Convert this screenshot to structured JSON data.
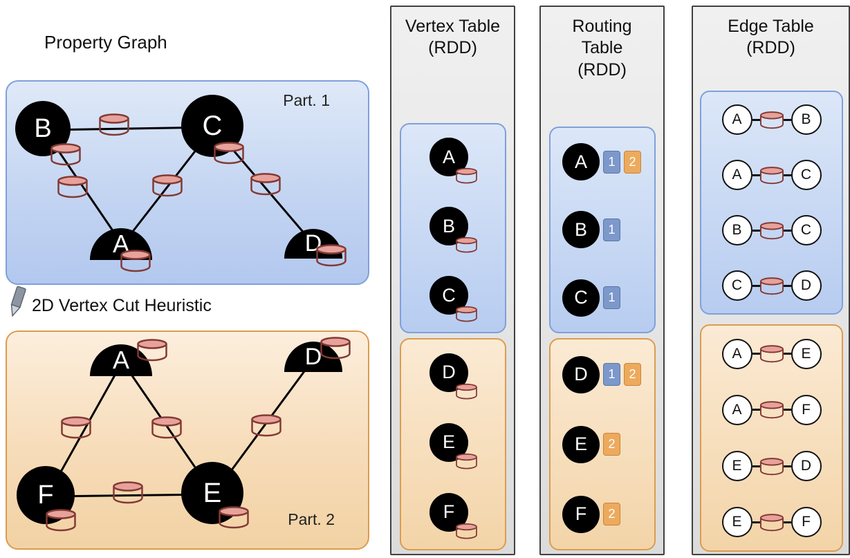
{
  "colors": {
    "partition1_fill": "#c4d5f2",
    "partition1_border": "#7fa0da",
    "partition2_fill": "#f7dcb9",
    "partition2_border": "#db9c4f",
    "panel_fill": "#e6e6e6",
    "panel_border": "#404040",
    "vertex_fill": "#000000",
    "cylinder_fill": "#c4564f",
    "cylinder_border": "#833a34",
    "badge_blue": "#7d98ca",
    "badge_orange": "#edaa5d"
  },
  "property_graph": {
    "title": "Property Graph",
    "heuristic_label": "2D Vertex Cut Heuristic",
    "part1": {
      "label": "Part. 1",
      "vertices": [
        {
          "id": "B",
          "type": "full"
        },
        {
          "id": "C",
          "type": "full"
        },
        {
          "id": "A",
          "type": "half"
        },
        {
          "id": "D",
          "type": "half"
        }
      ],
      "edges": [
        [
          "B",
          "C"
        ],
        [
          "B",
          "A"
        ],
        [
          "C",
          "A"
        ],
        [
          "C",
          "D"
        ]
      ]
    },
    "part2": {
      "label": "Part. 2",
      "vertices": [
        {
          "id": "A",
          "type": "half"
        },
        {
          "id": "D",
          "type": "half"
        },
        {
          "id": "F",
          "type": "full"
        },
        {
          "id": "E",
          "type": "full"
        }
      ],
      "edges": [
        [
          "A",
          "F"
        ],
        [
          "A",
          "E"
        ],
        [
          "E",
          "D"
        ],
        [
          "F",
          "E"
        ]
      ]
    }
  },
  "vertex_table": {
    "title_lines": [
      "Vertex Table",
      "(RDD)"
    ],
    "part1_vertices": [
      "A",
      "B",
      "C"
    ],
    "part2_vertices": [
      "D",
      "E",
      "F"
    ]
  },
  "routing_table": {
    "title_lines": [
      "Routing",
      "Table",
      "(RDD)"
    ],
    "part1_entries": [
      {
        "vertex": "A",
        "badges": [
          {
            "label": "1",
            "color": "blue"
          },
          {
            "label": "2",
            "color": "orange"
          }
        ]
      },
      {
        "vertex": "B",
        "badges": [
          {
            "label": "1",
            "color": "blue"
          }
        ]
      },
      {
        "vertex": "C",
        "badges": [
          {
            "label": "1",
            "color": "blue"
          }
        ]
      }
    ],
    "part2_entries": [
      {
        "vertex": "D",
        "badges": [
          {
            "label": "1",
            "color": "blue"
          },
          {
            "label": "2",
            "color": "orange"
          }
        ]
      },
      {
        "vertex": "E",
        "badges": [
          {
            "label": "2",
            "color": "orange"
          }
        ]
      },
      {
        "vertex": "F",
        "badges": [
          {
            "label": "2",
            "color": "orange"
          }
        ]
      }
    ]
  },
  "edge_table": {
    "title_lines": [
      "Edge Table",
      "(RDD)"
    ],
    "part1_edges": [
      {
        "from": "A",
        "to": "B"
      },
      {
        "from": "A",
        "to": "C"
      },
      {
        "from": "B",
        "to": "C"
      },
      {
        "from": "C",
        "to": "D"
      }
    ],
    "part2_edges": [
      {
        "from": "A",
        "to": "E"
      },
      {
        "from": "A",
        "to": "F"
      },
      {
        "from": "E",
        "to": "D"
      },
      {
        "from": "E",
        "to": "F"
      }
    ]
  }
}
